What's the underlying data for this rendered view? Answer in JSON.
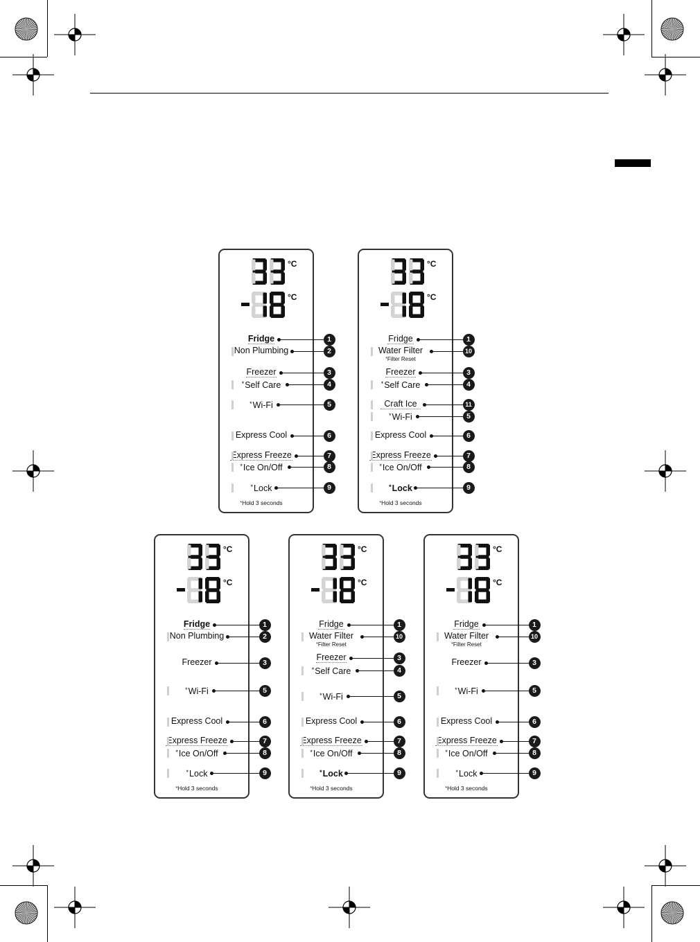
{
  "display": {
    "top_digits": "33",
    "bottom_digits": "18",
    "minus": "-",
    "unit": "°C"
  },
  "hold_note": {
    "asterisk": "*",
    "text": "Hold 3 seconds"
  },
  "panels": [
    {
      "items": [
        {
          "label": "Fridge",
          "num": "1",
          "bold": true,
          "underline": true
        },
        {
          "label": "Non Plumbing",
          "num": "2"
        },
        {
          "label": "Freezer",
          "num": "3",
          "underline": true
        },
        {
          "label": "Self Care",
          "num": "4",
          "asterisk": "*"
        },
        {
          "label": "Wi-Fi",
          "num": "5",
          "asterisk": "*"
        },
        {
          "label": "Express Cool",
          "num": "6"
        },
        {
          "label": "Express Freeze",
          "num": "7",
          "underline": true
        },
        {
          "label": "Ice On/Off",
          "num": "8",
          "asterisk": "*"
        },
        {
          "label": "Lock",
          "num": "9",
          "asterisk": "*"
        }
      ]
    },
    {
      "items": [
        {
          "label": "Fridge",
          "num": "1",
          "underline": true
        },
        {
          "label": "Water Filter",
          "num": "10",
          "sub": "Filter Reset"
        },
        {
          "label": "Freezer",
          "num": "3",
          "underline": true
        },
        {
          "label": "Self Care",
          "num": "4",
          "asterisk": "*"
        },
        {
          "label": "Craft Ice",
          "num": "11",
          "underline": true
        },
        {
          "label": "Wi-Fi",
          "num": "5",
          "asterisk": "*"
        },
        {
          "label": "Express Cool",
          "num": "6"
        },
        {
          "label": "Express Freeze",
          "num": "7",
          "underline": true
        },
        {
          "label": "Ice On/Off",
          "num": "8",
          "asterisk": "*"
        },
        {
          "label": "Lock",
          "num": "9",
          "asterisk": "*",
          "bold": true
        }
      ]
    },
    {
      "items": [
        {
          "label": "Fridge",
          "num": "1",
          "bold": true,
          "underline": true
        },
        {
          "label": "Non Plumbing",
          "num": "2"
        },
        {
          "label": "Freezer",
          "num": "3"
        },
        {
          "label": "Wi-Fi",
          "num": "5",
          "asterisk": "*"
        },
        {
          "label": "Express Cool",
          "num": "6"
        },
        {
          "label": "Express Freeze",
          "num": "7",
          "underline": true
        },
        {
          "label": "Ice On/Off",
          "num": "8",
          "asterisk": "*"
        },
        {
          "label": "Lock",
          "num": "9",
          "asterisk": "*"
        }
      ]
    },
    {
      "items": [
        {
          "label": "Fridge",
          "num": "1",
          "underline": true
        },
        {
          "label": "Water Filter",
          "num": "10",
          "sub": "Filter Reset"
        },
        {
          "label": "Freezer",
          "num": "3",
          "underline": true
        },
        {
          "label": "Self Care",
          "num": "4",
          "asterisk": "*"
        },
        {
          "label": "Wi-Fi",
          "num": "5",
          "asterisk": "*"
        },
        {
          "label": "Express Cool",
          "num": "6"
        },
        {
          "label": "Express Freeze",
          "num": "7",
          "underline": true
        },
        {
          "label": "Ice On/Off",
          "num": "8",
          "asterisk": "*"
        },
        {
          "label": "Lock",
          "num": "9",
          "asterisk": "*",
          "bold": true
        }
      ]
    },
    {
      "items": [
        {
          "label": "Fridge",
          "num": "1",
          "underline": true
        },
        {
          "label": "Water Filter",
          "num": "10",
          "sub": "Filter Reset"
        },
        {
          "label": "Freezer",
          "num": "3"
        },
        {
          "label": "Wi-Fi",
          "num": "5",
          "asterisk": "*"
        },
        {
          "label": "Express Cool",
          "num": "6"
        },
        {
          "label": "Express Freeze",
          "num": "7",
          "underline": true
        },
        {
          "label": "Ice On/Off",
          "num": "8",
          "asterisk": "*"
        },
        {
          "label": "Lock",
          "num": "9",
          "asterisk": "*"
        }
      ]
    }
  ]
}
